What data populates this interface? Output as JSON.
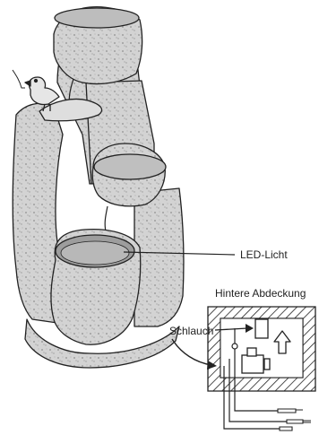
{
  "labels": {
    "led": "LED-Licht",
    "cover": "Hintere Abdeckung",
    "hose": "Schlauch"
  },
  "colors": {
    "line": "#222222",
    "stone": "#c9c9c9",
    "stone_dark": "#8e8e8e",
    "background": "#ffffff"
  },
  "icons": {
    "fountain": "stone-fountain-illustration",
    "bird": "bird-figurine",
    "pump": "pump-icon",
    "flow_arrow": "up-arrow-icon",
    "curved_arrow": "curved-arrow-icon"
  }
}
